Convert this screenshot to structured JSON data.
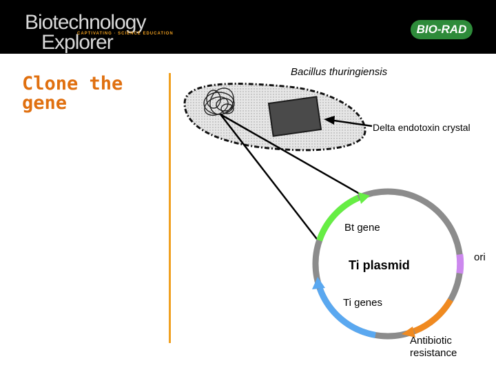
{
  "brand": {
    "logo_line1": "Biotechnology",
    "logo_line2": "Explorer",
    "logo_tagline": "CAPTIVATING · SCIENCE EDUCATION",
    "company": "BIO-RAD"
  },
  "slide": {
    "title": "Clone the gene"
  },
  "diagram": {
    "organism": "Bacillus thuringiensis",
    "crystal": "Delta endotoxin crystal",
    "plasmid": "Ti plasmid",
    "segments": {
      "bt_gene": "Bt gene",
      "ori": "ori",
      "ti_genes": "Ti genes",
      "antibiotic_line1": "Antibiotic",
      "antibiotic_line2": "resistance"
    },
    "colors": {
      "accent": "#e07010",
      "bt_gene": "#66ee44",
      "ori": "#cc88ee",
      "ti_genes": "#5aa8f0",
      "antibiotic": "#f08a20",
      "plasmid": "#8c8c8c"
    }
  }
}
